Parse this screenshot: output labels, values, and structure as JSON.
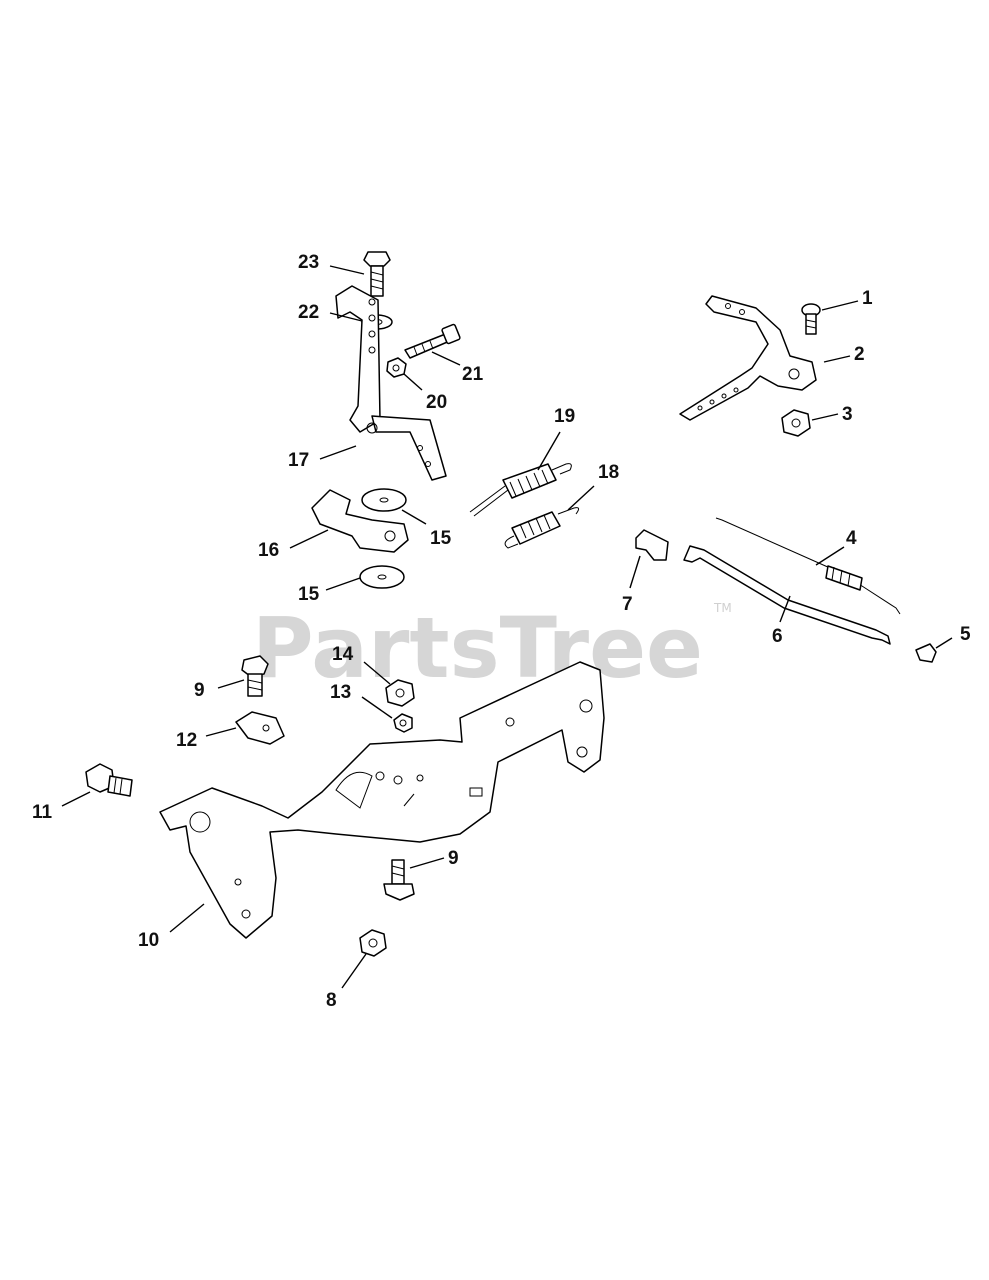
{
  "watermark": {
    "text": "PartsTree",
    "trademark": "TM"
  },
  "callouts": [
    {
      "id": "c1",
      "label": "1"
    },
    {
      "id": "c2",
      "label": "2"
    },
    {
      "id": "c3",
      "label": "3"
    },
    {
      "id": "c4",
      "label": "4"
    },
    {
      "id": "c5",
      "label": "5"
    },
    {
      "id": "c6",
      "label": "6"
    },
    {
      "id": "c7",
      "label": "7"
    },
    {
      "id": "c8",
      "label": "8"
    },
    {
      "id": "c9a",
      "label": "9"
    },
    {
      "id": "c9b",
      "label": "9"
    },
    {
      "id": "c10",
      "label": "10"
    },
    {
      "id": "c11",
      "label": "11"
    },
    {
      "id": "c12",
      "label": "12"
    },
    {
      "id": "c13",
      "label": "13"
    },
    {
      "id": "c14",
      "label": "14"
    },
    {
      "id": "c15a",
      "label": "15"
    },
    {
      "id": "c15b",
      "label": "15"
    },
    {
      "id": "c16",
      "label": "16"
    },
    {
      "id": "c17",
      "label": "17"
    },
    {
      "id": "c18",
      "label": "18"
    },
    {
      "id": "c19",
      "label": "19"
    },
    {
      "id": "c20",
      "label": "20"
    },
    {
      "id": "c21",
      "label": "21"
    },
    {
      "id": "c22",
      "label": "22"
    },
    {
      "id": "c23",
      "label": "23"
    }
  ]
}
